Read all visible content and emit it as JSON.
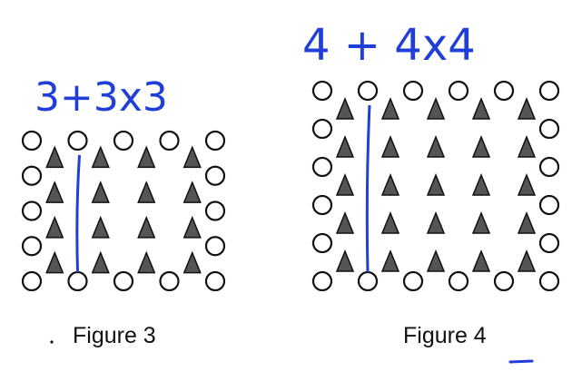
{
  "figures": [
    {
      "caption": "Figure 3",
      "annotation": "3+3x3",
      "n": 3
    },
    {
      "caption": "Figure 4",
      "annotation": "4 + 4x4",
      "n": 4
    }
  ],
  "colors": {
    "ink": "#111111",
    "annotation": "#1f3fd8",
    "triangle": "#555555"
  }
}
